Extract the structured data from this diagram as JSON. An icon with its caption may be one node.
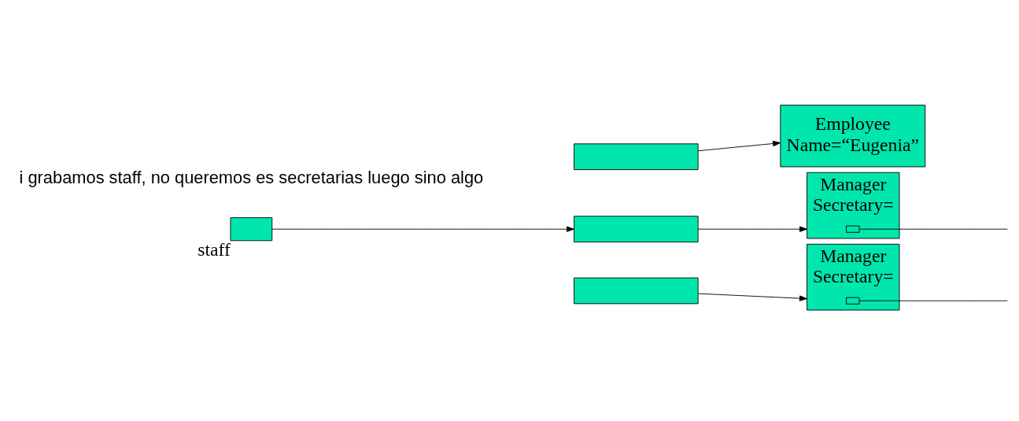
{
  "diagram": {
    "nodes": [
      {
        "text": [],
        "shape": "box",
        "beside": [
          "staff"
        ]
      },
      {
        "text": [],
        "shape": "box"
      },
      {
        "text": [],
        "shape": "box"
      },
      {
        "text": [],
        "shape": "box"
      },
      {
        "text": [
          "Employee",
          "Name=“Eugenia”"
        ]
      },
      {
        "text": [
          "Manager",
          "Secretary="
        ]
      },
      {
        "text": [
          "Manager",
          "Secretary="
        ]
      },
      {
        "text": [],
        "shape": "box",
        "in": 5
      },
      {
        "text": [],
        "shape": "box",
        "in": 6
      }
    ],
    "edges": [
      {
        "from": 0,
        "to": 2,
        "arrow": "to"
      },
      {
        "from": 1,
        "to": 4,
        "arrow": "to"
      },
      {
        "from": 2,
        "to": 5,
        "arrow": "to"
      },
      {
        "from": 3,
        "to": 6,
        "arrow": "to"
      },
      {
        "from": 7,
        "to": null,
        "arrow": "none"
      },
      {
        "from": 8,
        "to": null,
        "arrow": "none"
      }
    ],
    "labels": [
      "i grabamos staff, no queremos es secretarias luego sino algo"
    ]
  }
}
